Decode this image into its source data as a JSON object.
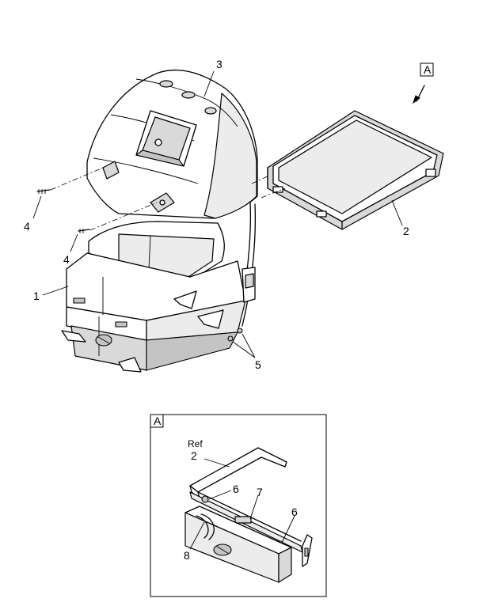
{
  "diagram": {
    "view_marker": "A",
    "callouts": {
      "seat_base": "1",
      "tray": "2",
      "cover": "3",
      "screw_left_upper": "4",
      "screw_left_lower": "4",
      "screws_right": "5"
    },
    "detail": {
      "frame_label": "A",
      "ref_word": "Ref",
      "ref_number": "2",
      "part_6_left": "6",
      "part_6_right": "6",
      "part_7": "7",
      "part_8": "8"
    }
  }
}
